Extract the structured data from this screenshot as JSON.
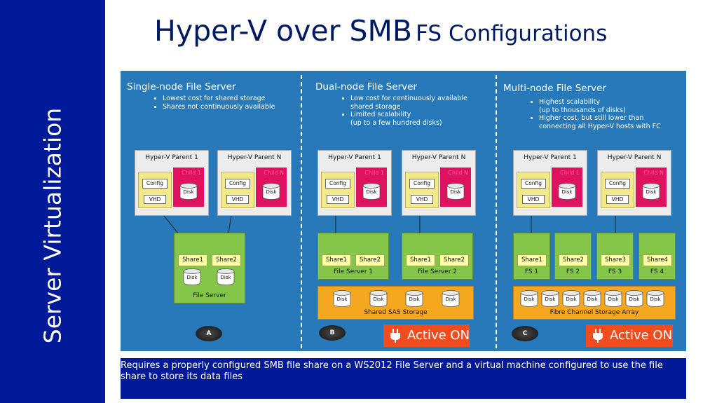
{
  "sidebar": {
    "label": "Server Virtualization"
  },
  "title": {
    "main": "Hyper-V over SMB",
    "sub": "FS Configurations"
  },
  "sections": [
    {
      "title": "Single-node File Server",
      "bullets": [
        "Lowest cost for shared storage",
        "Shares not continuously available"
      ],
      "badge": "A"
    },
    {
      "title": "Dual-node File Server",
      "bullets": [
        "Low cost for continuously available\nshared storage",
        "Limited scalability\n(up to a few hundred disks)"
      ],
      "badge": "B",
      "storage": "Shared SAS Storage",
      "active": "Active ON"
    },
    {
      "title": "Multi-node File Server",
      "bullets": [
        "Highest scalability\n(up to thousands of disks)",
        "Higher cost, but still lower than\nconnecting all Hyper-V hosts with FC"
      ],
      "badge": "C",
      "storage": "Fibre Channel Storage Array",
      "active": "Active ON"
    }
  ],
  "hosts": {
    "parent1": "Hyper-V Parent 1",
    "parentN": "Hyper-V Parent N",
    "child1": "Child 1",
    "childN": "Child N",
    "config": "Config",
    "vhd": "VHD",
    "disk": "Disk"
  },
  "servers": {
    "single": "File Server",
    "fs1": "File Server 1",
    "fs2": "File Server 2",
    "m1": "FS 1",
    "m2": "FS 2",
    "m3": "FS 3",
    "m4": "FS 4",
    "share1": "Share1",
    "share2": "Share2",
    "share3": "Share3",
    "share4": "Share4"
  },
  "caption": "Requires a properly configured SMB file share on a WS2012 File Server and a virtual machine configured to use the file share to store its data files"
}
